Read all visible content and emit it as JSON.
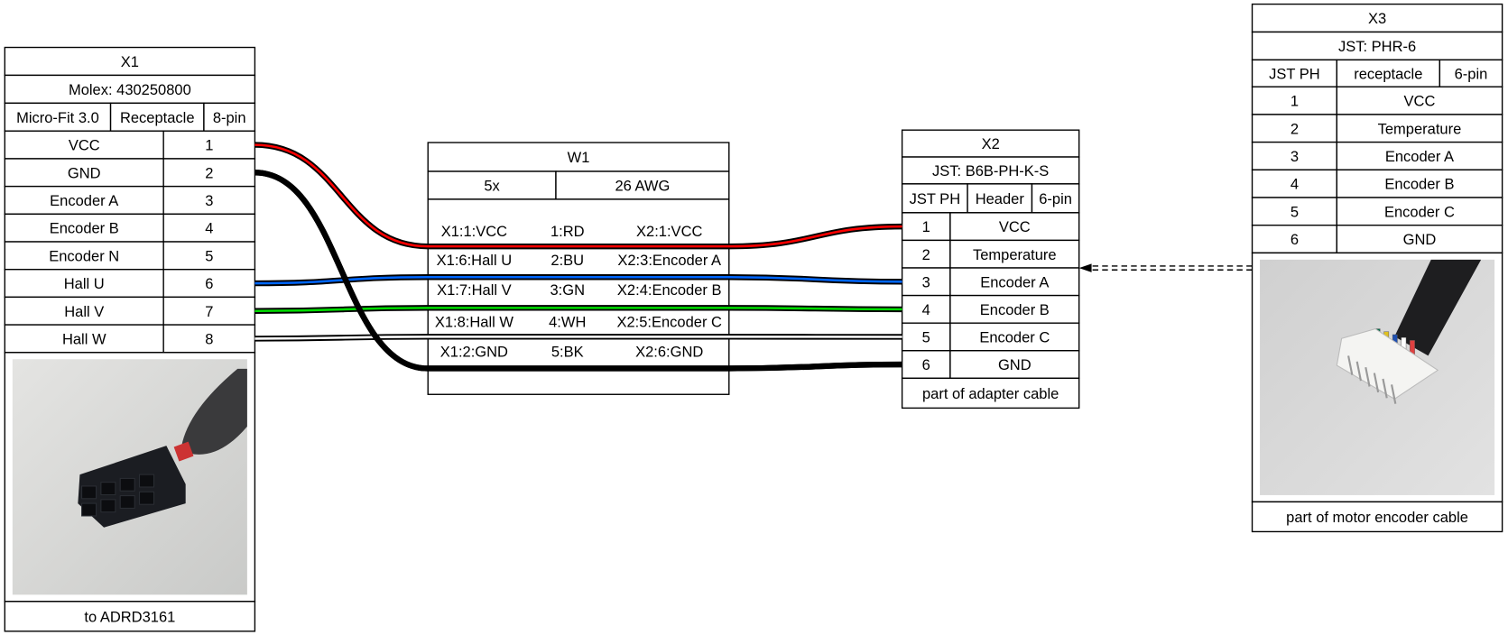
{
  "connectors": {
    "X1": {
      "title": "X1",
      "mpn": "Molex: 430250800",
      "specs": [
        "Micro-Fit 3.0",
        "Receptacle",
        "8-pin"
      ],
      "pins": [
        {
          "name": "VCC",
          "pin": "1"
        },
        {
          "name": "GND",
          "pin": "2"
        },
        {
          "name": "Encoder A",
          "pin": "3"
        },
        {
          "name": "Encoder B",
          "pin": "4"
        },
        {
          "name": "Encoder N",
          "pin": "5"
        },
        {
          "name": "Hall U",
          "pin": "6"
        },
        {
          "name": "Hall V",
          "pin": "7"
        },
        {
          "name": "Hall W",
          "pin": "8"
        }
      ],
      "image": "microfit-receptacle-photo",
      "footer": "to ADRD3161"
    },
    "X2": {
      "title": "X2",
      "mpn": "JST: B6B-PH-K-S",
      "specs": [
        "JST PH",
        "Header",
        "6-pin"
      ],
      "pins": [
        {
          "pin": "1",
          "name": "VCC"
        },
        {
          "pin": "2",
          "name": "Temperature"
        },
        {
          "pin": "3",
          "name": "Encoder A"
        },
        {
          "pin": "4",
          "name": "Encoder B"
        },
        {
          "pin": "5",
          "name": "Encoder C"
        },
        {
          "pin": "6",
          "name": "GND"
        }
      ],
      "footer": "part of adapter cable"
    },
    "X3": {
      "title": "X3",
      "mpn": "JST: PHR-6",
      "specs": [
        "JST PH",
        "receptacle",
        "6-pin"
      ],
      "pins": [
        {
          "pin": "1",
          "name": "VCC"
        },
        {
          "pin": "2",
          "name": "Temperature"
        },
        {
          "pin": "3",
          "name": "Encoder A"
        },
        {
          "pin": "4",
          "name": "Encoder B"
        },
        {
          "pin": "5",
          "name": "Encoder C"
        },
        {
          "pin": "6",
          "name": "GND"
        }
      ],
      "image": "jst-ph-receptacle-photo",
      "footer": "part of motor encoder cable"
    }
  },
  "cable": {
    "title": "W1",
    "specs": [
      "5x",
      "26 AWG"
    ],
    "wires": [
      {
        "from": "X1:1:VCC",
        "label": "1:RD",
        "to": "X2:1:VCC",
        "color": "#ff0000",
        "x1_pin": 1,
        "x2_pin": 1
      },
      {
        "from": "X1:6:Hall U",
        "label": "2:BU",
        "to": "X2:3:Encoder A",
        "color": "#0066ff",
        "x1_pin": 6,
        "x2_pin": 3
      },
      {
        "from": "X1:7:Hall V",
        "label": "3:GN",
        "to": "X2:4:Encoder B",
        "color": "#00dd00",
        "x1_pin": 7,
        "x2_pin": 4
      },
      {
        "from": "X1:8:Hall W",
        "label": "4:WH",
        "to": "X2:5:Encoder C",
        "color": "#ffffff",
        "x1_pin": 8,
        "x2_pin": 5
      },
      {
        "from": "X1:2:GND",
        "label": "5:BK",
        "to": "X2:6:GND",
        "color": "#000000",
        "x1_pin": 2,
        "x2_pin": 6
      }
    ]
  },
  "mate": {
    "from": "X3",
    "to": "X2",
    "style": "dashed-arrow"
  }
}
